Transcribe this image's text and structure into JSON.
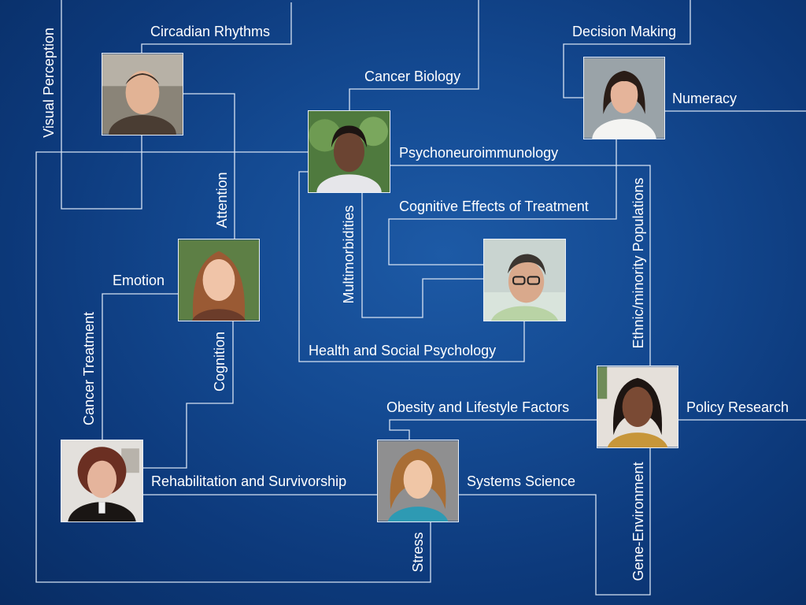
{
  "labels": {
    "circadian_rhythms": "Circadian Rhythms",
    "decision_making": "Decision Making",
    "cancer_biology": "Cancer Biology",
    "numeracy": "Numeracy",
    "psychoneuroimmunology": "Psychoneuroimmunology",
    "cognitive_effects": "Cognitive Effects of Treatment",
    "emotion": "Emotion",
    "health_social_psychology": "Health and Social Psychology",
    "obesity_lifestyle": "Obesity and Lifestyle Factors",
    "policy_research": "Policy Research",
    "rehabilitation_survivorship": "Rehabilitation and Survivorship",
    "systems_science": "Systems Science",
    "visual_perception": "Visual Perception",
    "attention": "Attention",
    "multimorbidities": "Multimorbidities",
    "ethnic_minority": "Ethnic/minority Populations",
    "cancer_treatment": "Cancer Treatment",
    "cognition": "Cognition",
    "stress": "Stress",
    "gene_environment": "Gene-Environment"
  },
  "colors": {
    "background": "#0d3a7c",
    "line": "#d6e2f2",
    "text": "#ffffff"
  }
}
